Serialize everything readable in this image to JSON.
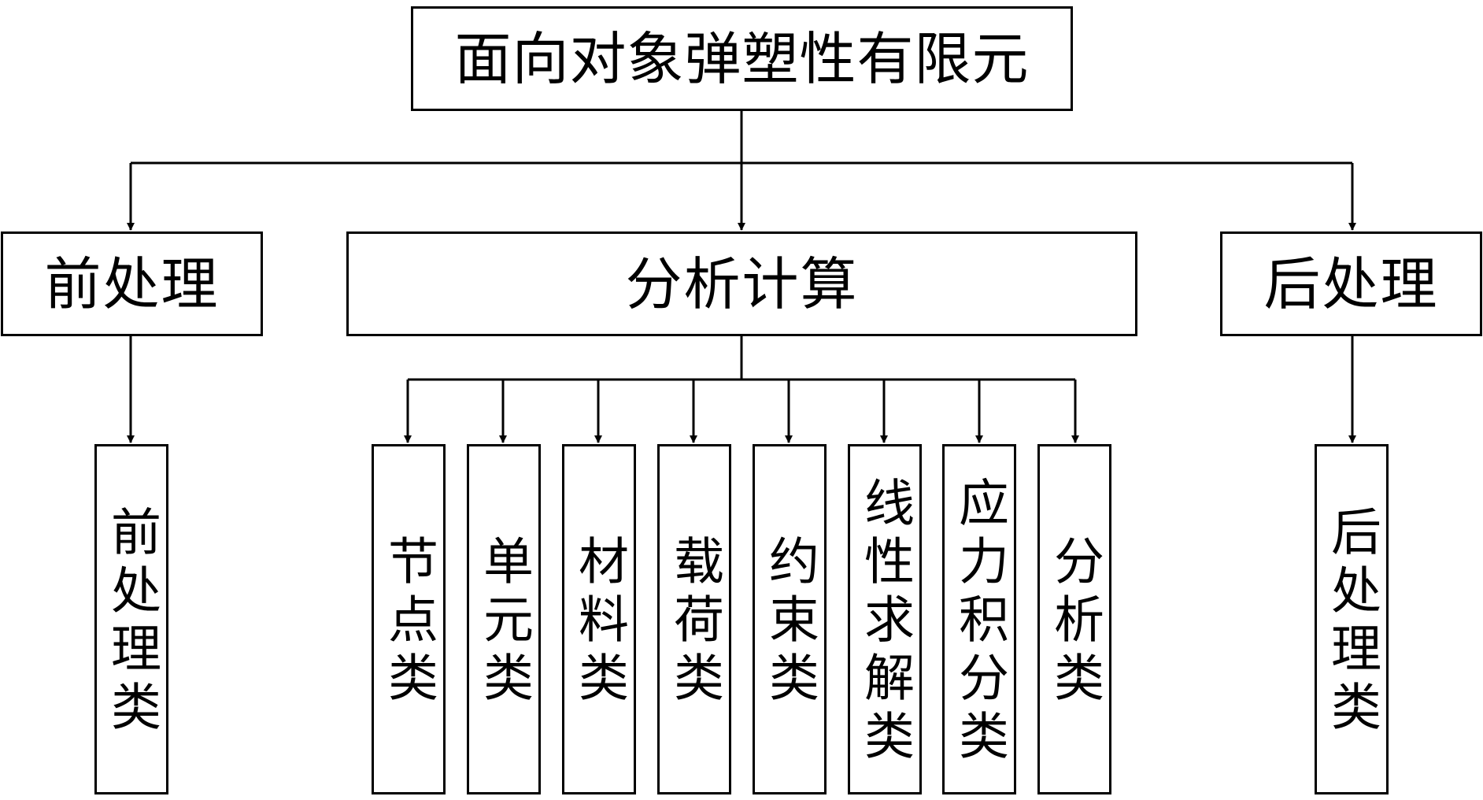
{
  "root": {
    "label": "面向对象弹塑性有限元"
  },
  "level1": [
    {
      "key": "pre",
      "label": "前处理"
    },
    {
      "key": "ana",
      "label": "分析计算"
    },
    {
      "key": "post",
      "label": "后处理"
    }
  ],
  "pre_children": [
    {
      "label": "前处理类"
    }
  ],
  "analysis_children": [
    {
      "label": "节点类"
    },
    {
      "label": "单元类"
    },
    {
      "label": "材料类"
    },
    {
      "label": "载荷类"
    },
    {
      "label": "约束类"
    },
    {
      "label": "线性求解类"
    },
    {
      "label": "应力积分类"
    },
    {
      "label": "分析类"
    }
  ],
  "post_children": [
    {
      "label": "后处理类"
    }
  ],
  "colors": {
    "stroke": "#000000",
    "background": "#ffffff"
  }
}
